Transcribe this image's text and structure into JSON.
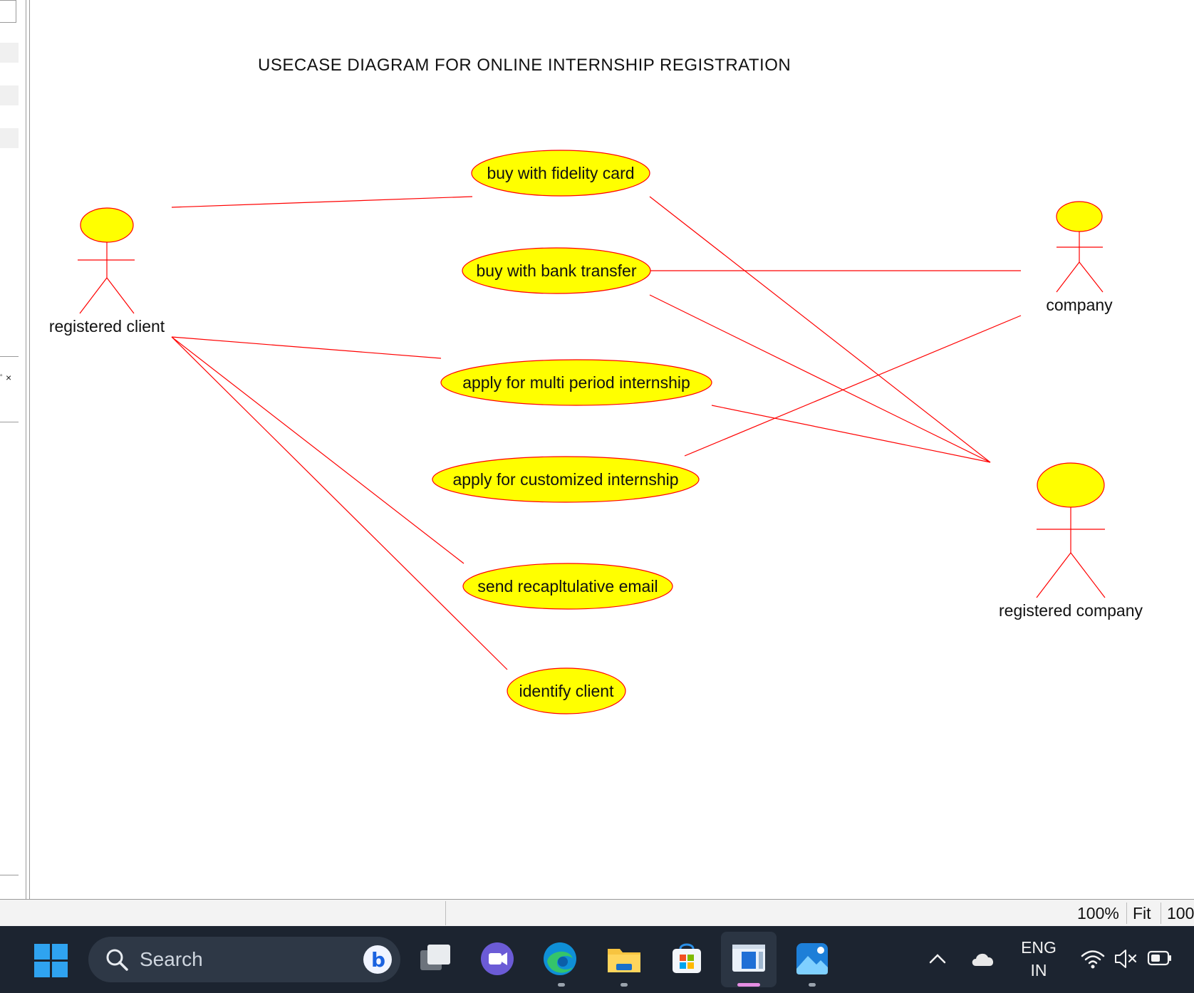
{
  "diagram": {
    "title": "USECASE DIAGRAM FOR ONLINE INTERNSHIP REGISTRATION",
    "actors": {
      "registered_client": "registered client",
      "company": "company",
      "registered_company": "registered company"
    },
    "use_cases": {
      "fidelity": "buy with fidelity card",
      "bank": "buy with bank transfer",
      "multi": "apply for multi period internship",
      "customized": "apply for customized internship",
      "email": "send recapltulative email",
      "identify": "identify client"
    },
    "colors": {
      "fill": "#ffff00",
      "stroke": "#ff0000",
      "line": "#ff0000"
    }
  },
  "statusbar": {
    "zoom": "100%",
    "fit": "Fit",
    "zoom2": "100"
  },
  "left_panel": {
    "close": "×"
  },
  "taskbar": {
    "search_placeholder": "Search",
    "language_1": "ENG",
    "language_2": "IN",
    "icons": [
      "windows-start-icon",
      "search-icon",
      "bing-icon",
      "task-view-icon",
      "teams-chat-icon",
      "edge-icon",
      "file-explorer-icon",
      "store-icon",
      "active-app-icon",
      "photos-icon",
      "chevron-up-icon",
      "onedrive-cloud-icon",
      "wifi-icon",
      "volume-muted-icon",
      "battery-icon"
    ]
  }
}
